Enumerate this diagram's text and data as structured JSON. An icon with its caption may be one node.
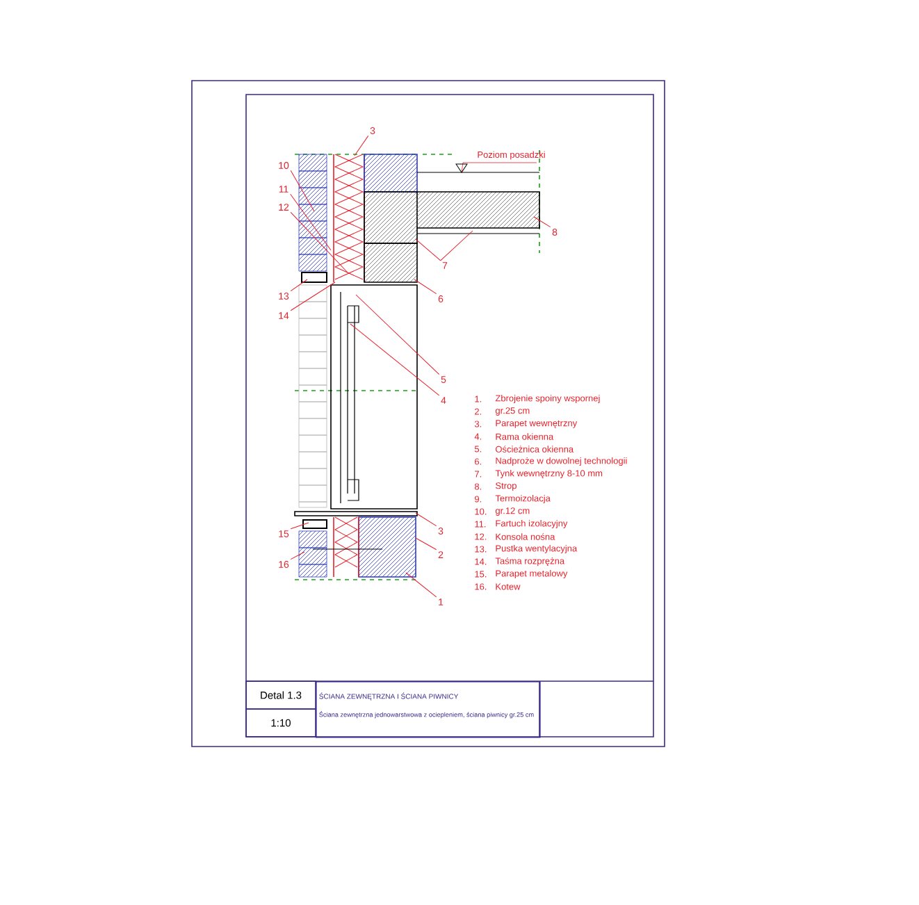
{
  "diagram": {
    "nodes": [
      {
        "text": [
          "3"
        ]
      },
      {
        "text": [
          "10"
        ]
      },
      {
        "text": [
          "11"
        ]
      },
      {
        "text": [
          "12"
        ]
      },
      {
        "text": [
          "8"
        ]
      },
      {
        "text": [
          "7"
        ]
      },
      {
        "text": [
          "13"
        ]
      },
      {
        "text": [
          "6"
        ]
      },
      {
        "text": [
          "14"
        ]
      },
      {
        "text": [
          "5"
        ]
      },
      {
        "text": [
          "4"
        ]
      },
      {
        "text": [
          "3"
        ]
      },
      {
        "text": [
          "15"
        ]
      },
      {
        "text": [
          "2"
        ]
      },
      {
        "text": [
          "16"
        ]
      },
      {
        "text": [
          "1"
        ]
      },
      {
        "text": [
          "Detal 1.3"
        ]
      },
      {
        "text": [
          "1:10"
        ]
      },
      {
        "text": [
          "ŚCIANA ZEWNĘTRZNA I ŚCIANA PIWNICY",
          "Ściana zewnętrzna jednowarstwowa z ociepleniem, ściana piwnicy gr.25 cm"
        ]
      },
      {
        "text": [],
        "shape": "picture"
      },
      {
        "text": [],
        "shape": "picture"
      }
    ],
    "edges": [
      {
        "from": 0,
        "to": 19,
        "arrow": "none"
      },
      {
        "from": 1,
        "to": 19,
        "arrow": "none"
      },
      {
        "from": 2,
        "to": 19,
        "arrow": "none"
      },
      {
        "from": 3,
        "to": 19,
        "arrow": "none"
      },
      {
        "from": 4,
        "to": 20,
        "arrow": "none"
      },
      {
        "from": 5,
        "to": 20,
        "arrow": "none"
      },
      {
        "from": 5,
        "to": 20,
        "arrow": "none"
      },
      {
        "from": 6,
        "to": 19,
        "arrow": "none"
      },
      {
        "from": 7,
        "to": 19,
        "arrow": "none"
      },
      {
        "from": 8,
        "to": 19,
        "arrow": "none"
      },
      {
        "from": 9,
        "to": 19,
        "arrow": "none"
      },
      {
        "from": 10,
        "to": 19,
        "arrow": "none"
      },
      {
        "from": 11,
        "to": 19,
        "arrow": "none"
      },
      {
        "from": 12,
        "to": 19,
        "arrow": "none"
      },
      {
        "from": 13,
        "to": 19,
        "arrow": "none"
      },
      {
        "from": 14,
        "to": 19,
        "arrow": "none"
      },
      {
        "from": 15,
        "to": 19,
        "arrow": "none"
      }
    ],
    "labels": [
      "Poziom posadzki",
      "1.",
      "Zbrojenie spoiny wspornej",
      "2.",
      "gr.25 cm",
      "3.",
      "Parapet wewnętrzny",
      "4.",
      "Rama okienna",
      "5.",
      "Ościeżnica okienna",
      "6.",
      "Nadproże w dowolnej technologii",
      "7.",
      "Tynk wewnętrzny 8-10 mm",
      "8.",
      "Strop",
      "9.",
      "Termoizolacja",
      "10.",
      "gr.12 cm",
      "11.",
      "Fartuch izolacyjny",
      "12.",
      "Konsola nośna",
      "13.",
      "Pustka wentylacyjna",
      "14.",
      "Taśma rozprężna",
      "15.",
      "Parapet metalowy",
      "16.",
      "Kotew"
    ]
  }
}
